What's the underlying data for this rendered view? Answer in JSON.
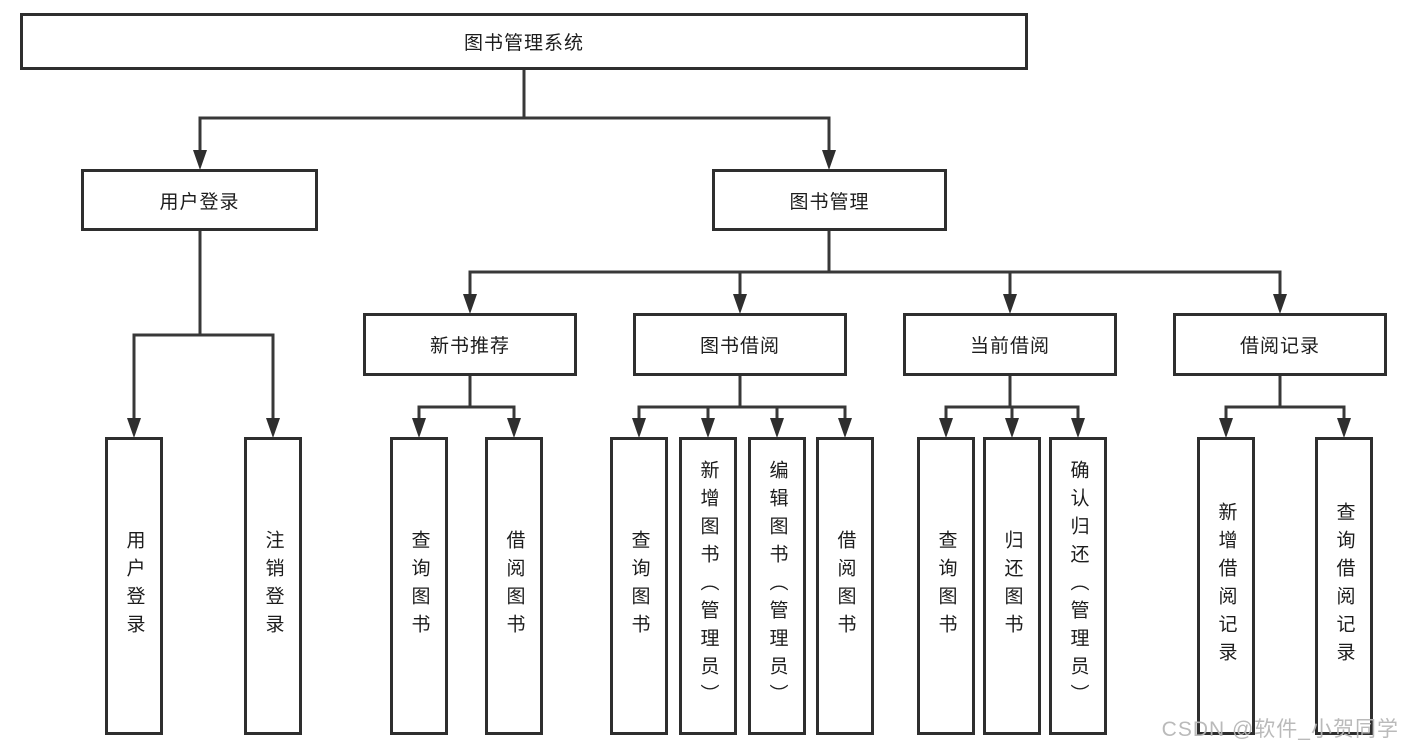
{
  "tree": {
    "root": {
      "label": "图书管理系统",
      "children": [
        {
          "label": "用户登录",
          "children": [
            {
              "label": "用户登录"
            },
            {
              "label": "注销登录"
            }
          ]
        },
        {
          "label": "图书管理",
          "children": [
            {
              "label": "新书推荐",
              "children": [
                {
                  "label": "查询图书"
                },
                {
                  "label": "借阅图书"
                }
              ]
            },
            {
              "label": "图书借阅",
              "children": [
                {
                  "label": "查询图书"
                },
                {
                  "label": "新增图书（管理员）"
                },
                {
                  "label": "编辑图书（管理员）"
                },
                {
                  "label": "借阅图书"
                }
              ]
            },
            {
              "label": "当前借阅",
              "children": [
                {
                  "label": "查询图书"
                },
                {
                  "label": "归还图书"
                },
                {
                  "label": "确认归还（管理员）"
                }
              ]
            },
            {
              "label": "借阅记录",
              "children": [
                {
                  "label": "新增借阅记录"
                },
                {
                  "label": "查询借阅记录"
                }
              ]
            }
          ]
        }
      ]
    }
  },
  "watermark": "CSDN @软件_小贺同学",
  "colors": {
    "line": "#383838",
    "border": "#2e2e2e",
    "text": "#1c1c1c",
    "watermark_gray": "#b6b6b6"
  }
}
